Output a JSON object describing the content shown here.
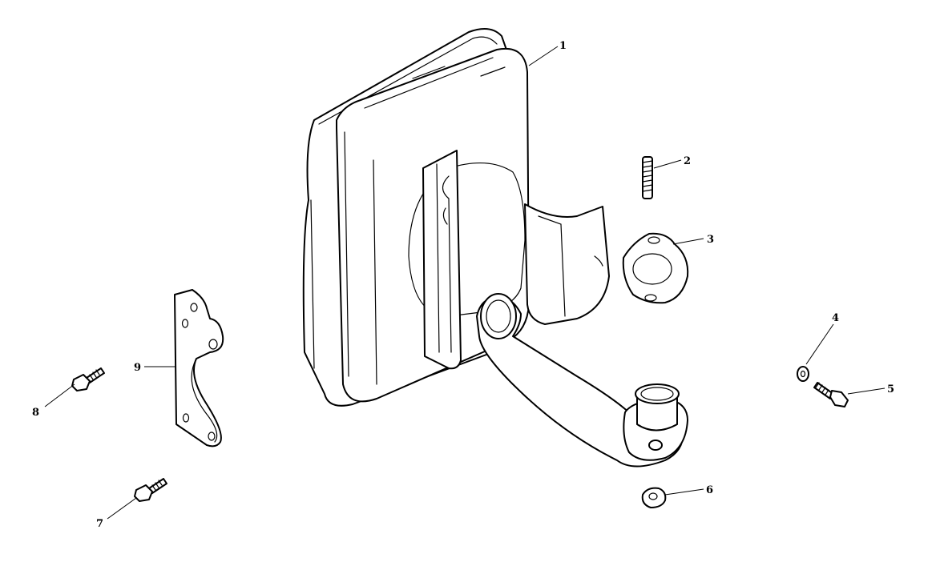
{
  "callouts": [
    {
      "id": "p1",
      "label": "1"
    },
    {
      "id": "p2",
      "label": "2"
    },
    {
      "id": "p3",
      "label": "3"
    },
    {
      "id": "p4",
      "label": "4"
    },
    {
      "id": "p5",
      "label": "5"
    },
    {
      "id": "p6",
      "label": "6"
    },
    {
      "id": "p7",
      "label": "7"
    },
    {
      "id": "p8",
      "label": "8"
    },
    {
      "id": "p9",
      "label": "9"
    }
  ]
}
